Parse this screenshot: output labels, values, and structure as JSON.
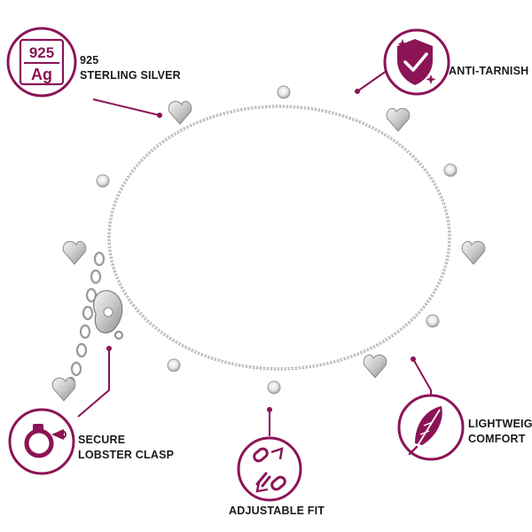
{
  "brand": {
    "accent": "#8b1456",
    "leader": "#8b1456",
    "text": "#1a1a1a"
  },
  "badges": [
    {
      "id": "silver",
      "icon": "925-ag-badge",
      "top_text": "925",
      "bottom_text": "Ag",
      "label_lines": [
        "925",
        "STERLING SILVER"
      ]
    },
    {
      "id": "tarnish",
      "icon": "shield-check-icon",
      "label_lines": [
        "ANTI-TARNISH"
      ]
    },
    {
      "id": "clasp",
      "icon": "lobster-clasp-icon",
      "label_lines": [
        "SECURE",
        "LOBSTER CLASP"
      ]
    },
    {
      "id": "adjust",
      "icon": "adjustable-chain-icon",
      "label_lines": [
        "ADJUSTABLE FIT"
      ]
    },
    {
      "id": "light",
      "icon": "feather-icon",
      "label_lines": [
        "LIGHTWEIGHT",
        "COMFORT"
      ]
    }
  ]
}
